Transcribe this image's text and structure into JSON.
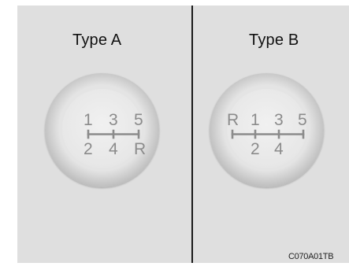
{
  "type_a": {
    "title": "Type A",
    "top_gears": [
      "1",
      "3",
      "5"
    ],
    "bottom_gears": [
      "2",
      "4",
      "R"
    ]
  },
  "type_b": {
    "title": "Type B",
    "top_gears": [
      "R",
      "1",
      "3",
      "5"
    ],
    "bottom_gears": [
      "2",
      "4"
    ]
  },
  "figure_code": "C070A01TB",
  "colors": {
    "panel": "#dfdfdf",
    "divider": "#1a1a1a",
    "gear_text": "#8b8b8b"
  }
}
